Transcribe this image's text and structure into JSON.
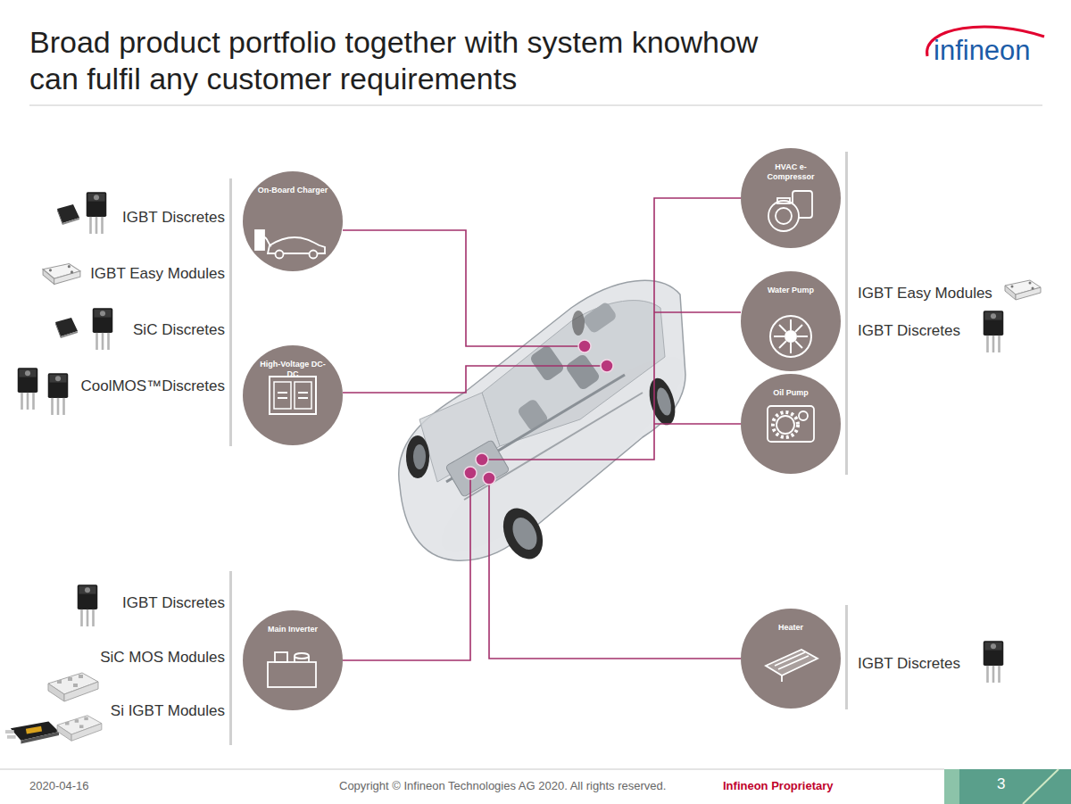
{
  "diagram": {
    "title": "Broad product portfolio together with system knowhow can fulfil any customer requirements",
    "nodes": [
      {
        "text": [
          "On-Board Charger"
        ]
      },
      {
        "text": [
          "High-Voltage DC-DC"
        ]
      },
      {
        "text": [
          "Main Inverter"
        ]
      },
      {
        "text": [
          "HVAC e-Compressor"
        ]
      },
      {
        "text": [
          "Water Pump"
        ]
      },
      {
        "text": [
          "Oil Pump"
        ]
      },
      {
        "text": [
          "Heater"
        ]
      }
    ],
    "labels": [
      "infineon",
      "IGBT Discretes",
      "IGBT Easy Modules",
      "SiC Discretes",
      "CoolMOS™Discretes",
      "IGBT Easy Modules",
      "IGBT Discretes",
      "IGBT Discretes",
      "SiC MOS Modules",
      "Si IGBT Modules",
      "IGBT Discretes",
      "2020-04-16",
      "Copyright © Infineon Technologies AG 2020. All rights reserved.",
      "Infineon Proprietary",
      "3"
    ]
  }
}
